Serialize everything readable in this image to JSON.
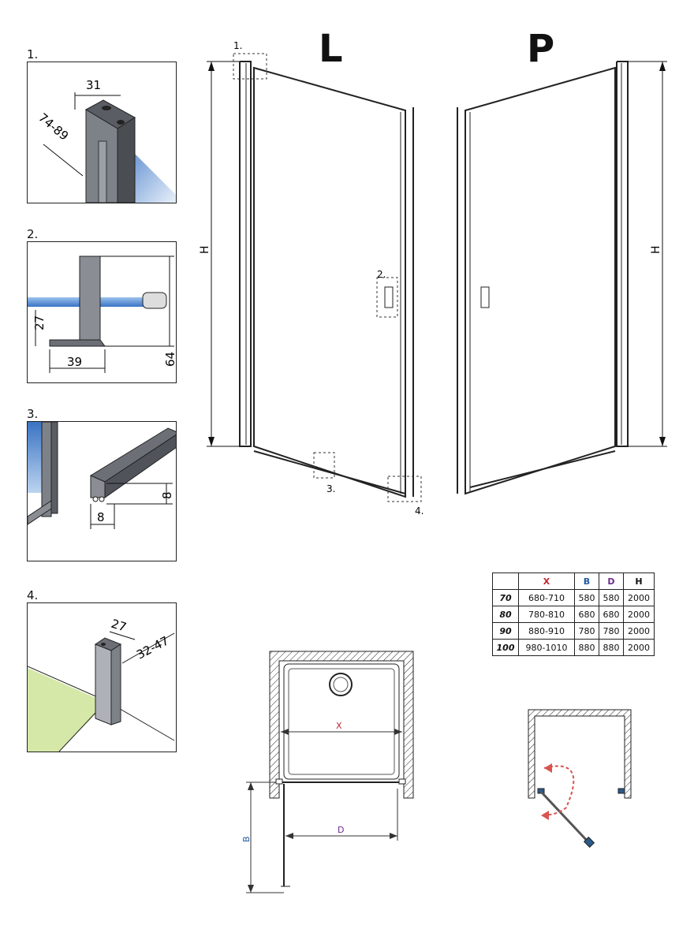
{
  "details": [
    {
      "label": "1.",
      "dims": [
        "31",
        "74-89"
      ]
    },
    {
      "label": "2.",
      "dims": [
        "27",
        "39",
        "64"
      ]
    },
    {
      "label": "3.",
      "dims": [
        "8",
        "8"
      ]
    },
    {
      "label": "4.",
      "dims": [
        "27",
        "32-47"
      ]
    }
  ],
  "doors": {
    "left_letter": "L",
    "right_letter": "P",
    "height_label": "H",
    "callouts": [
      "1.",
      "2.",
      "3.",
      "4."
    ]
  },
  "table": {
    "headers": [
      "",
      "X",
      "B",
      "D",
      "H"
    ],
    "header_colors": [
      "#000000",
      "#c0262d",
      "#1f5aa6",
      "#6a2c8a",
      "#000000"
    ],
    "rows": [
      [
        "70",
        "680-710",
        "580",
        "580",
        "2000"
      ],
      [
        "80",
        "780-810",
        "680",
        "680",
        "2000"
      ],
      [
        "90",
        "880-910",
        "780",
        "780",
        "2000"
      ],
      [
        "100",
        "980-1010",
        "880",
        "880",
        "2000"
      ]
    ]
  },
  "plan": {
    "x_label": "X",
    "d_label": "D",
    "b_label": "B"
  },
  "colors": {
    "x": "#c0262d",
    "b": "#1f5aa6",
    "d": "#6a2c8a",
    "swing": "#d9534f",
    "glass": "#4a90d9",
    "floor": "#d6e8a8"
  }
}
